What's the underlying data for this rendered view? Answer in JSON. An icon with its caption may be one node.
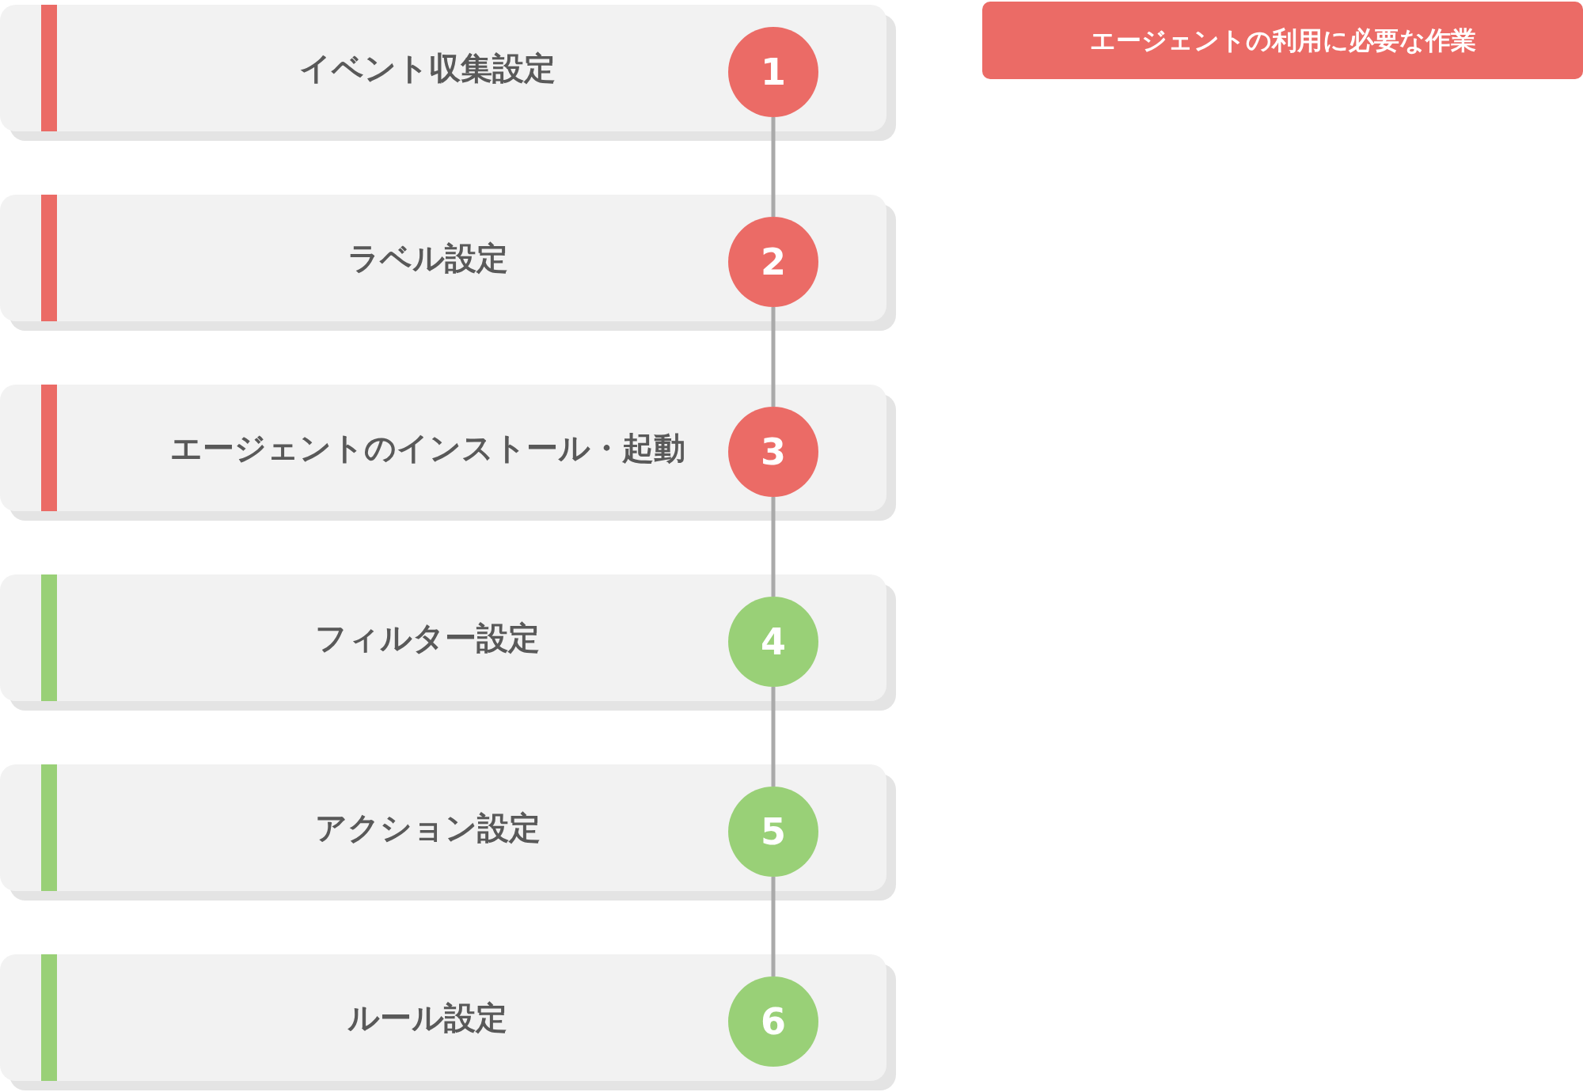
{
  "diagram": {
    "nodes": [
      {
        "text": [
          "イベント収集設定"
        ]
      },
      {
        "text": [
          "1"
        ],
        "in": 0
      },
      {
        "text": [
          "ラベル設定"
        ]
      },
      {
        "text": [
          "2"
        ],
        "in": 2
      },
      {
        "text": [
          "エージェントのインストール・起動"
        ]
      },
      {
        "text": [
          "3"
        ],
        "in": 4
      },
      {
        "text": [
          "フィルター設定"
        ]
      },
      {
        "text": [
          "4"
        ],
        "in": 6
      },
      {
        "text": [
          "アクション設定"
        ]
      },
      {
        "text": [
          "5"
        ],
        "in": 8
      },
      {
        "text": [
          "ルール設定"
        ]
      },
      {
        "text": [
          "6"
        ],
        "in": 10
      }
    ],
    "edges": [
      {
        "from": 1,
        "to": 3,
        "arrow": "none"
      },
      {
        "from": 3,
        "to": 5,
        "arrow": "none"
      },
      {
        "from": 5,
        "to": 7,
        "arrow": "none"
      },
      {
        "from": 7,
        "to": 9,
        "arrow": "none"
      },
      {
        "from": 9,
        "to": 11,
        "arrow": "none"
      }
    ],
    "legend": [
      {
        "text": "エージェントの利用に必要な作業",
        "color": "#eb6b66"
      }
    ]
  }
}
